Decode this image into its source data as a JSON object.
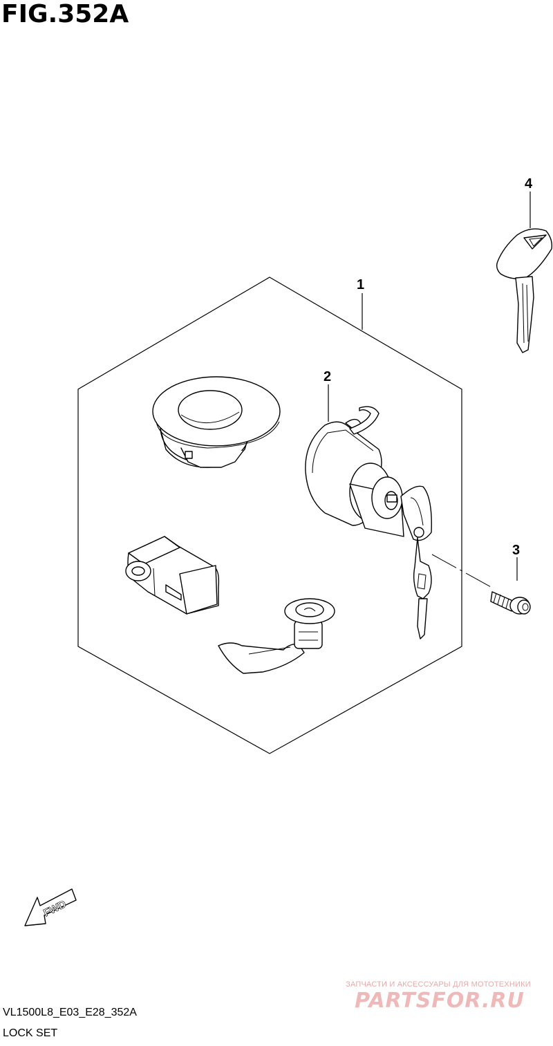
{
  "figure": {
    "title": "FIG.352A",
    "model_code": "VL1500L8_E03_E28_352A",
    "set_name": "LOCK SET"
  },
  "callouts": [
    {
      "number": "1",
      "part": "lock-set-assembly"
    },
    {
      "number": "2",
      "part": "seat-lock-with-keys"
    },
    {
      "number": "3",
      "part": "screw"
    },
    {
      "number": "4",
      "part": "key-blank"
    }
  ],
  "direction_arrow": {
    "label": "FWD"
  },
  "watermark": {
    "tagline": "ЗАПЧАСТИ И АКСЕССУАРЫ ДЛЯ МОТОТЕХНИКИ",
    "logo": "PARTSFOR.RU"
  }
}
